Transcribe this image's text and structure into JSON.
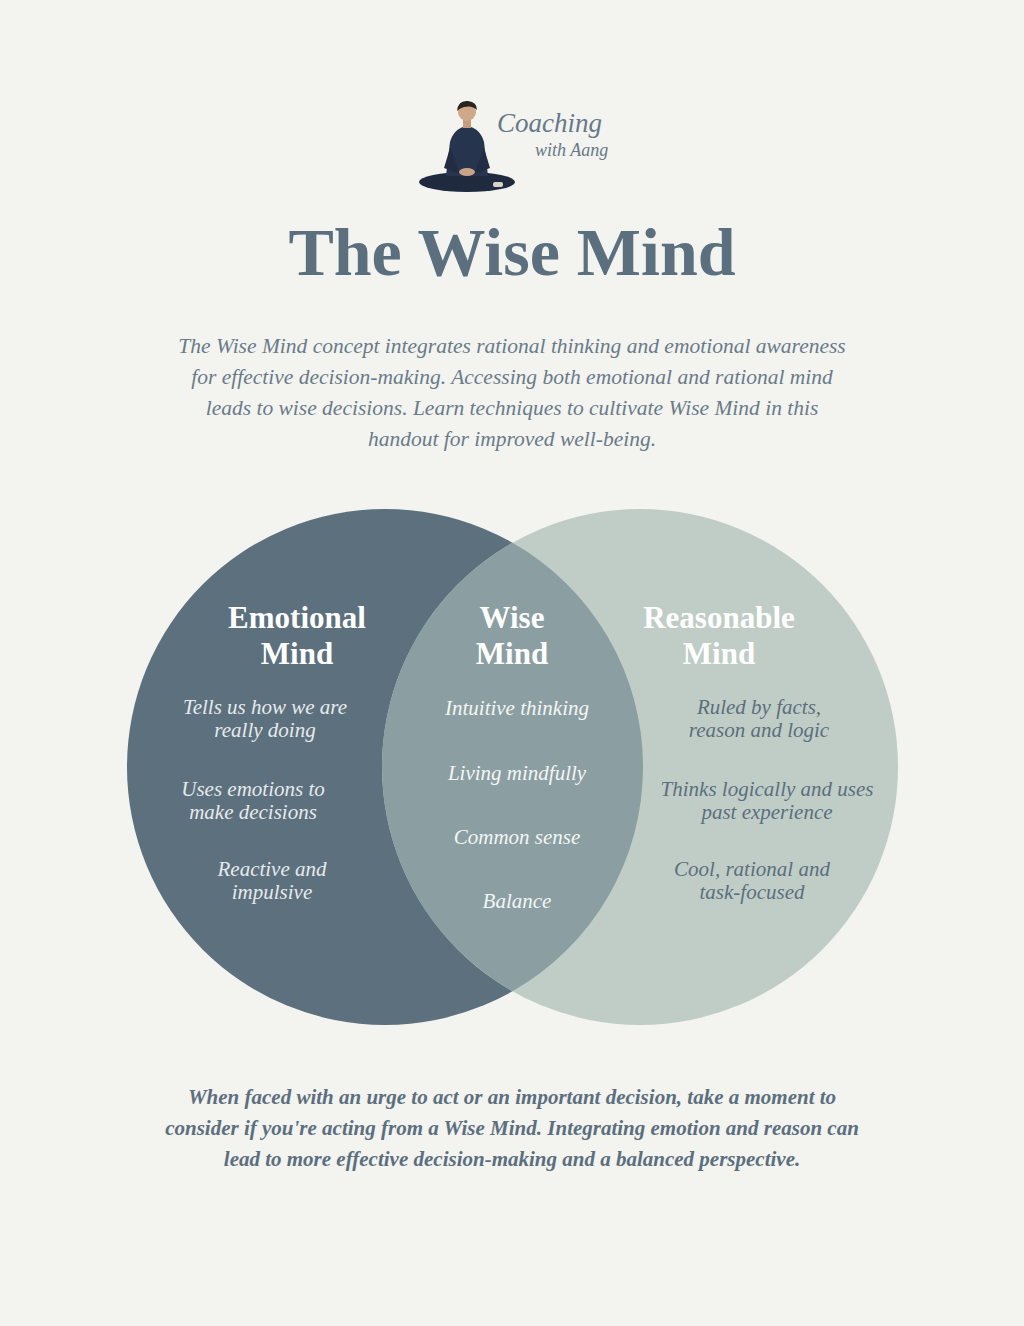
{
  "diagram": {
    "title": "The Wise Mind",
    "nodes": [
      {
        "text": [
          "Emotional Mind",
          "Tells us how we are really doing",
          "Uses emotions to make decisions",
          "Reactive and impulsive"
        ]
      },
      {
        "text": [
          "Wise Mind",
          "Intuitive thinking",
          "Living mindfully",
          "Common sense",
          "Balance"
        ]
      },
      {
        "text": [
          "Reasonable Mind",
          "Ruled by facts, reason and logic",
          "Thinks logically and uses past experience",
          "Cool, rational and task-focused"
        ]
      }
    ],
    "labels": [
      "Coaching",
      "with Aang",
      "The Wise Mind concept integrates rational thinking and emotional awareness for effective decision-making. Accessing both emotional and rational mind leads to wise decisions. Learn techniques to cultivate Wise Mind in this handout for improved well-being.",
      "When faced with an urge to act or an important decision, take a moment to consider if you're acting from a Wise Mind. Integrating emotion and reason can lead to more effective decision-making and a balanced perspective."
    ]
  }
}
